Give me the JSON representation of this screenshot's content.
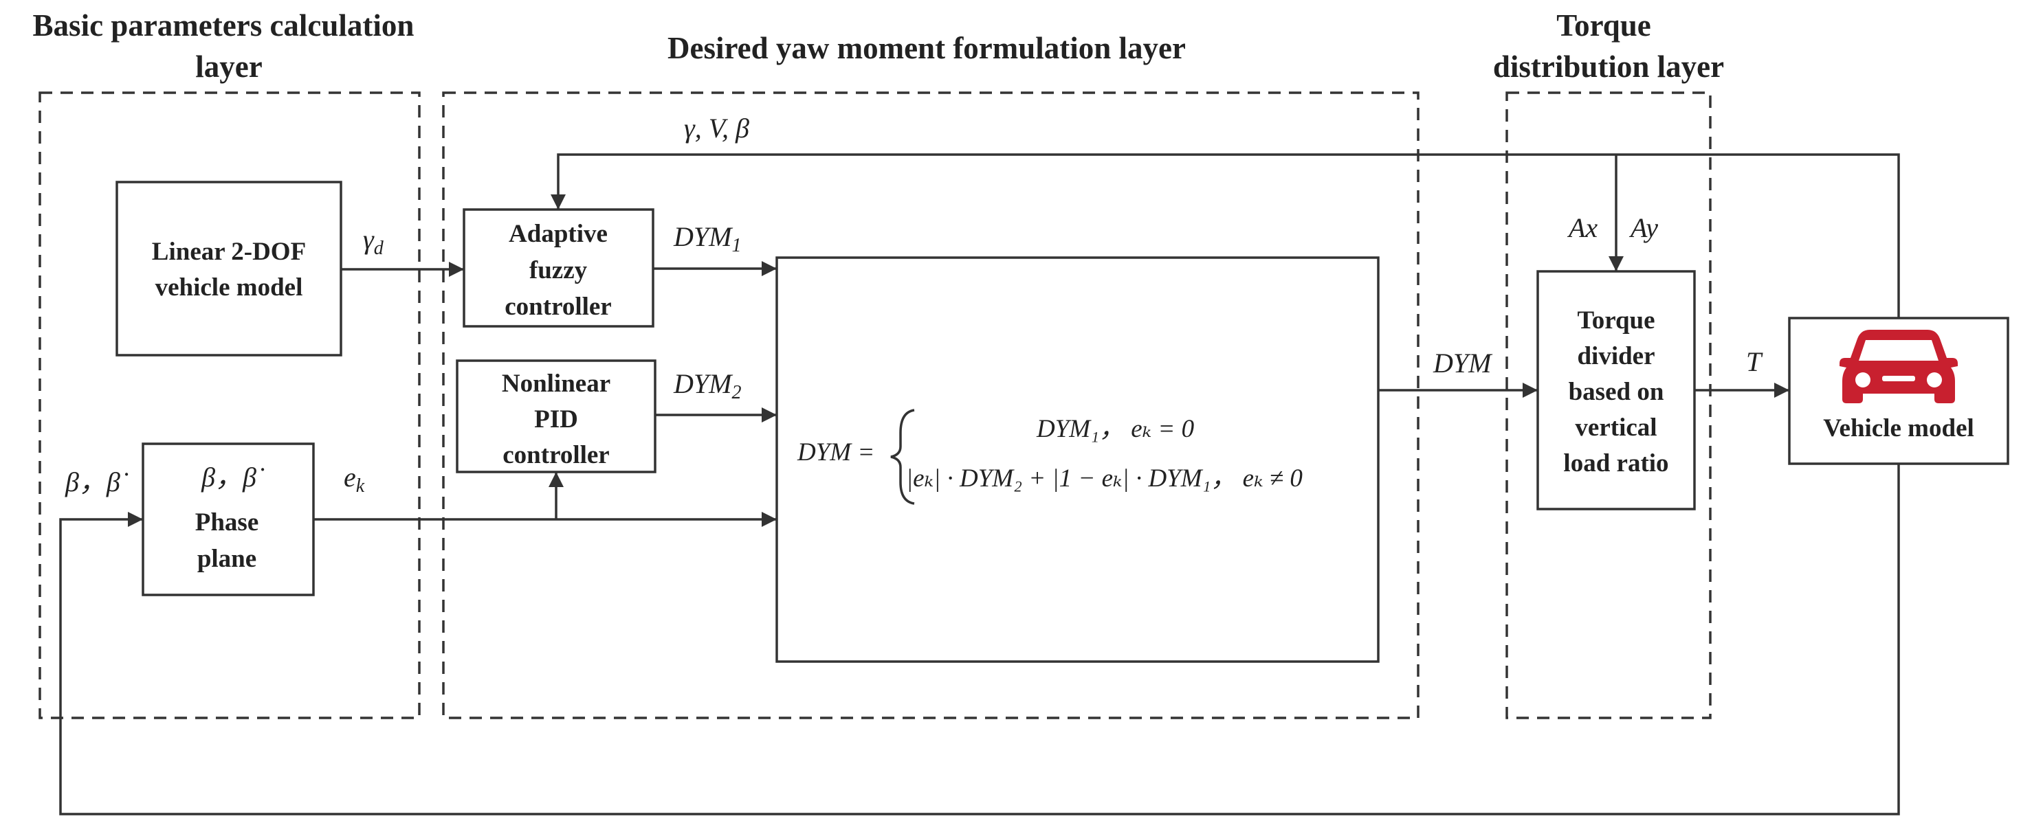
{
  "layers": {
    "basic": {
      "line1": "Basic parameters calculation",
      "line2": "layer"
    },
    "yaw": {
      "line1": "Desired yaw moment formulation layer"
    },
    "torque": {
      "line1": "Torque",
      "line2": "distribution layer"
    }
  },
  "blocks": {
    "linear_model": [
      "Linear 2-DOF",
      "vehicle model"
    ],
    "phase_plane": {
      "header": "β，β̇",
      "label": [
        "Phase",
        "plane"
      ]
    },
    "adaptive_fuzzy": [
      "Adaptive",
      "fuzzy",
      "controller"
    ],
    "nonlinear_pid": [
      "Nonlinear",
      "PID",
      "controller"
    ],
    "torque_divider": [
      "Torque",
      "divider",
      "based on",
      "vertical",
      "load ratio"
    ],
    "vehicle_model": "Vehicle model"
  },
  "signals": {
    "yaw_rate_desired": "γ",
    "yaw_rate_desired_sub": "d",
    "feedback_states": "γ, V, β",
    "phase_inputs": "β，β̇",
    "error": "e",
    "error_sub": "k",
    "dym1": "DYM",
    "dym1_sub": "1",
    "dym2": "DYM",
    "dym2_sub": "2",
    "dym": "DYM",
    "ax": "Ax",
    "ay": "Ay",
    "torque": "T"
  },
  "equation": {
    "lhs": "DYM =",
    "case1": "DYM₁， eₖ = 0",
    "case2": "|eₖ| · DYM₂ + |1 − eₖ| · DYM₁， eₖ ≠ 0"
  },
  "colors": {
    "line": "#333333",
    "text": "#222222",
    "car_icon": "#c8202f"
  },
  "icons": [
    "car-icon"
  ]
}
